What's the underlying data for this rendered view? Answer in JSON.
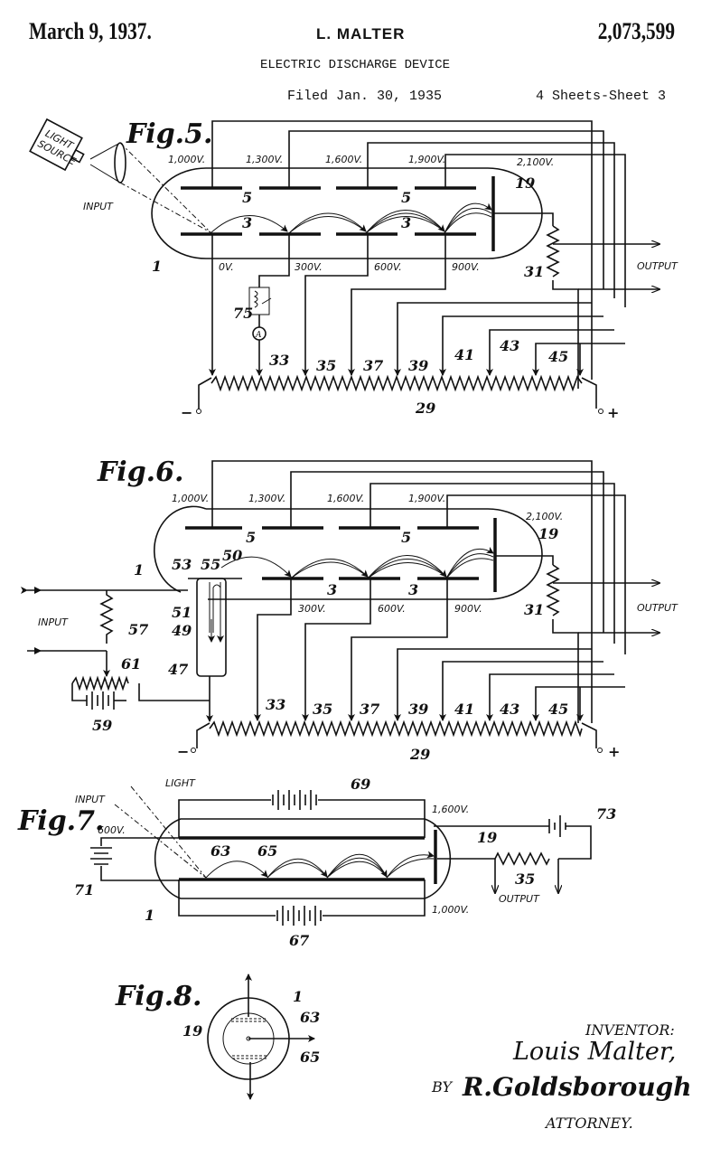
{
  "header": {
    "date": "March 9, 1937.",
    "inventor_short": "L. MALTER",
    "patent_number": "2,073,599",
    "title": "ELECTRIC DISCHARGE DEVICE",
    "filed": "Filed Jan. 30, 1935",
    "sheets": "4 Sheets-Sheet 3"
  },
  "fig5": {
    "title": "Fig.5.",
    "light_source": [
      "LIGHT",
      "SOURCE"
    ],
    "input_label": "INPUT",
    "output_label": "OUTPUT",
    "top_voltages": [
      "1,000V.",
      "1,300V.",
      "1,600V.",
      "1,900V."
    ],
    "bottom_voltages": [
      "0V.",
      "300V.",
      "600V.",
      "900V."
    ],
    "collector_voltage": "2,100V.",
    "ref_envelope": "1",
    "ref_dynodes_bottom": "3",
    "ref_dynodes_top": "5",
    "ref_collector": "19",
    "ref_resistor": "31",
    "ref_tank": "75",
    "ammeter": "A",
    "ref_divider": "29",
    "taps": [
      "33",
      "35",
      "37",
      "39",
      "41",
      "43",
      "45"
    ],
    "minus": "−",
    "plus": "+"
  },
  "fig6": {
    "title": "Fig.6.",
    "input_label": "INPUT",
    "output_label": "OUTPUT",
    "top_voltages": [
      "1,000V.",
      "1,300V.",
      "1,600V.",
      "1,900V."
    ],
    "bottom_voltages": [
      "300V.",
      "600V.",
      "900V."
    ],
    "collector_voltage": "2,100V.",
    "ref_envelope": "1",
    "ref_dynodes_bottom": "3",
    "ref_dynodes_top": "5",
    "ref_collector": "19",
    "ref_resistor": "31",
    "ref_divider": "29",
    "refs_cathode": [
      "53",
      "55",
      "50",
      "51",
      "49",
      "47"
    ],
    "ref_input_resistor": "57",
    "ref_potentiometer": "61",
    "ref_battery": "59",
    "taps": [
      "33",
      "35",
      "37",
      "39",
      "41",
      "43",
      "45"
    ],
    "minus": "−",
    "plus": "+"
  },
  "fig7": {
    "title": "Fig.7.",
    "light_label": "LIGHT",
    "input_label": "INPUT",
    "output_label": "OUTPUT",
    "v_left": "600V.",
    "v_top": "1,600V.",
    "v_bottom": "1,000V.",
    "ref_battery_top": "69",
    "ref_battery_bottom": "67",
    "ref_battery_left": "71",
    "ref_battery_right": "73",
    "ref_plate_top": "63",
    "ref_plate_bottom": "65",
    "ref_collector": "19",
    "ref_resistor": "35",
    "ref_envelope": "1"
  },
  "fig8": {
    "title": "Fig.8.",
    "ref_envelope": "1",
    "ref_collector": "19",
    "ref_top": "63",
    "ref_bottom": "65"
  },
  "signature": {
    "inventor_label": "INVENTOR:",
    "inventor_name": "Louis Malter,",
    "by": "BY",
    "attorney_signature": "R.Goldsborough",
    "attorney_label": "ATTORNEY."
  }
}
